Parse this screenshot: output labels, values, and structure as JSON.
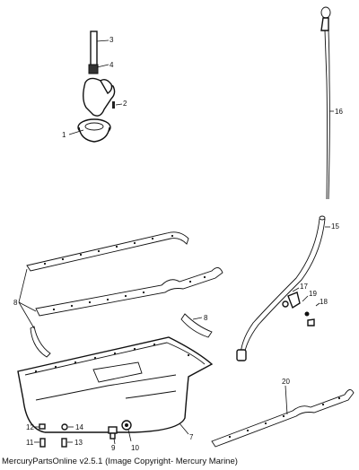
{
  "callouts": {
    "c1": "1",
    "c2": "2",
    "c3": "3",
    "c4": "4",
    "c7": "7",
    "c8a": "8",
    "c8b": "8",
    "c9": "9",
    "c10": "10",
    "c11": "11",
    "c12": "12",
    "c13": "13",
    "c14": "14",
    "c15": "15",
    "c16": "16",
    "c17": "17",
    "c18": "18",
    "c19": "19",
    "c20": "20"
  },
  "caption": "MercuryPartsOnline v2.5.1 (Image Copyright- Mercury Marine)"
}
